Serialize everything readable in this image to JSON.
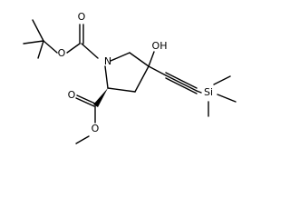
{
  "molecule": {
    "atoms": {
      "n1": "N",
      "oh": "OH",
      "si": "Si",
      "o_boc_ester": "O",
      "o_boc_carbonyl": "O",
      "o_ester_carbonyl": "O",
      "o_ester_methoxy": "O"
    },
    "colors": {
      "bond": "#000000",
      "label": "#000000",
      "background": "#ffffff"
    }
  }
}
